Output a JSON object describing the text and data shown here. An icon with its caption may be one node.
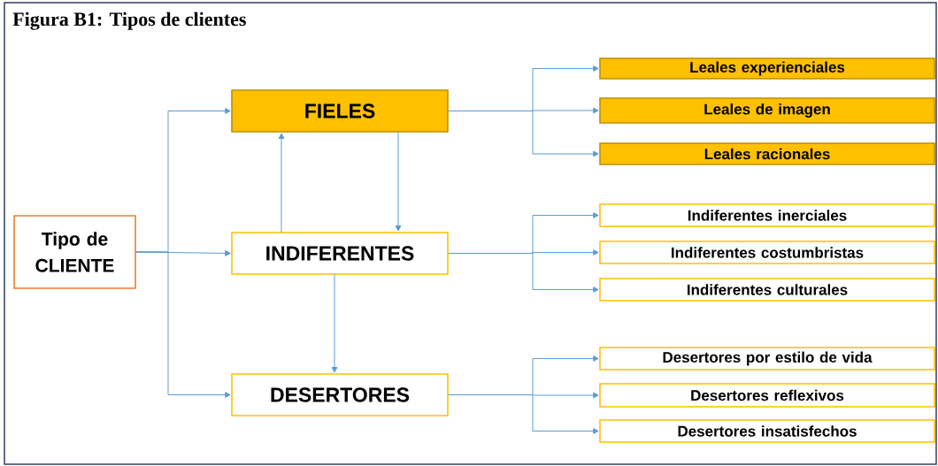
{
  "diagram": {
    "title": "Figura B1: Tipos de clientes",
    "nodes": [
      {
        "text": [
          "Tipo de CLIENTE"
        ]
      },
      {
        "text": [
          "FIELES"
        ]
      },
      {
        "text": [
          "INDIFERENTES"
        ]
      },
      {
        "text": [
          "DESERTORES"
        ]
      },
      {
        "text": [
          "Leales experienciales"
        ]
      },
      {
        "text": [
          "Leales de imagen"
        ]
      },
      {
        "text": [
          "Leales racionales"
        ]
      },
      {
        "text": [
          "Indiferentes inerciales"
        ]
      },
      {
        "text": [
          "Indiferentes costumbristas"
        ]
      },
      {
        "text": [
          "Indiferentes culturales"
        ]
      },
      {
        "text": [
          "Desertores por estilo de vida"
        ]
      },
      {
        "text": [
          "Desertores reflexivos"
        ]
      },
      {
        "text": [
          "Desertores insatisfechos"
        ]
      }
    ],
    "edges": [
      {
        "from": 0,
        "to": 1,
        "arrow": "to"
      },
      {
        "from": 0,
        "to": 2,
        "arrow": "to"
      },
      {
        "from": 0,
        "to": 3,
        "arrow": "to"
      },
      {
        "from": 2,
        "to": 1,
        "arrow": "to"
      },
      {
        "from": 1,
        "to": 2,
        "arrow": "to"
      },
      {
        "from": 2,
        "to": 3,
        "arrow": "to"
      },
      {
        "from": 1,
        "to": 4,
        "arrow": "to"
      },
      {
        "from": 1,
        "to": 5,
        "arrow": "to"
      },
      {
        "from": 1,
        "to": 6,
        "arrow": "to"
      },
      {
        "from": 2,
        "to": 7,
        "arrow": "to"
      },
      {
        "from": 2,
        "to": 8,
        "arrow": "to"
      },
      {
        "from": 2,
        "to": 9,
        "arrow": "to"
      },
      {
        "from": 3,
        "to": 10,
        "arrow": "to"
      },
      {
        "from": 3,
        "to": 11,
        "arrow": "to"
      },
      {
        "from": 3,
        "to": 12,
        "arrow": "to"
      }
    ]
  }
}
